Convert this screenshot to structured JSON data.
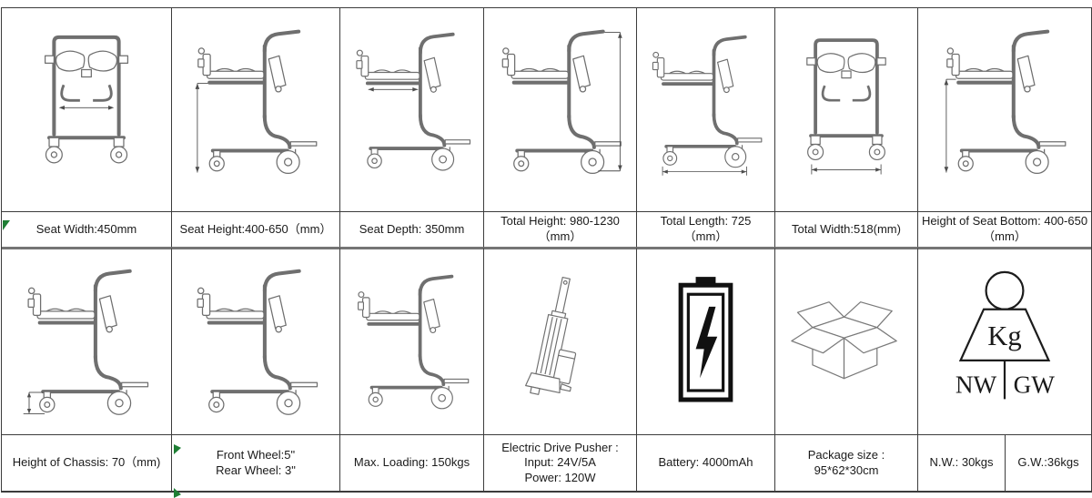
{
  "labels": {
    "row2": [
      "Seat Width:450mm",
      "Seat Height:400-650（mm）",
      "Seat Depth: 350mm",
      "Total Height: 980-1230\n（mm）",
      "Total Length: 725\n（mm）",
      "Total Width:518(mm)",
      "Height of Seat Bottom: 400-650\n（mm）"
    ],
    "row4": [
      "Height of Chassis: 70（mm)",
      "Front Wheel:5\"\nRear Wheel: 3\"",
      "Max. Loading: 150kgs",
      "Electric Drive Pusher :\nInput: 24V/5A\nPower: 120W",
      "Battery: 4000mAh",
      "Package size :\n95*62*30cm",
      "N.W.: 30kgs",
      "G.W.:36kgs"
    ]
  },
  "weight_icon": {
    "unit": "Kg",
    "left": "NW",
    "right": "GW"
  },
  "icons": {
    "battery": "battery-icon",
    "package_box": "package-box-icon",
    "weight": "weight-icon",
    "actuator": "electric-pusher-drawing"
  },
  "colors": {
    "grid_line": "#3c3c3c",
    "thick_divider": "#757575",
    "drawing_line": "#6f6f6f",
    "icon_black": "#111111",
    "corner_marker_green": "#1e7e34",
    "text": "#1a1a1a",
    "background": "#ffffff"
  }
}
